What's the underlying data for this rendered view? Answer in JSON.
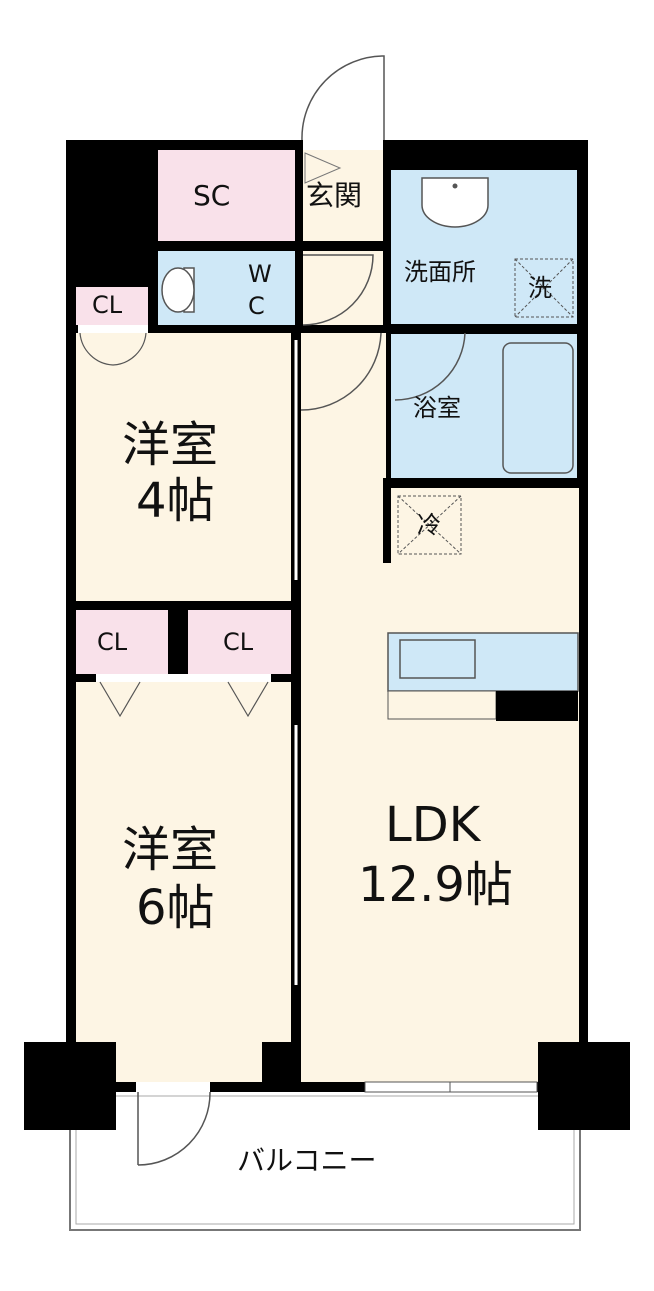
{
  "rooms": {
    "sc": "SC",
    "genkan": "玄関",
    "wc_w": "W",
    "wc_c": "C",
    "washroom": "洗面所",
    "washer": "洗",
    "cl_top": "CL",
    "bath": "浴室",
    "fridge": "冷",
    "room1_name": "洋室",
    "room1_size": "4帖",
    "cl_left": "CL",
    "cl_right": "CL",
    "room2_name": "洋室",
    "room2_size": "6帖",
    "ldk_name": "LDK",
    "ldk_size": "12.9帖",
    "balcony": "バルコニー"
  },
  "colors": {
    "wall": "#000000",
    "floor": "#fdf5e4",
    "closet": "#f9e1ea",
    "wet": "#cfe8f7",
    "outline": "#777777"
  }
}
